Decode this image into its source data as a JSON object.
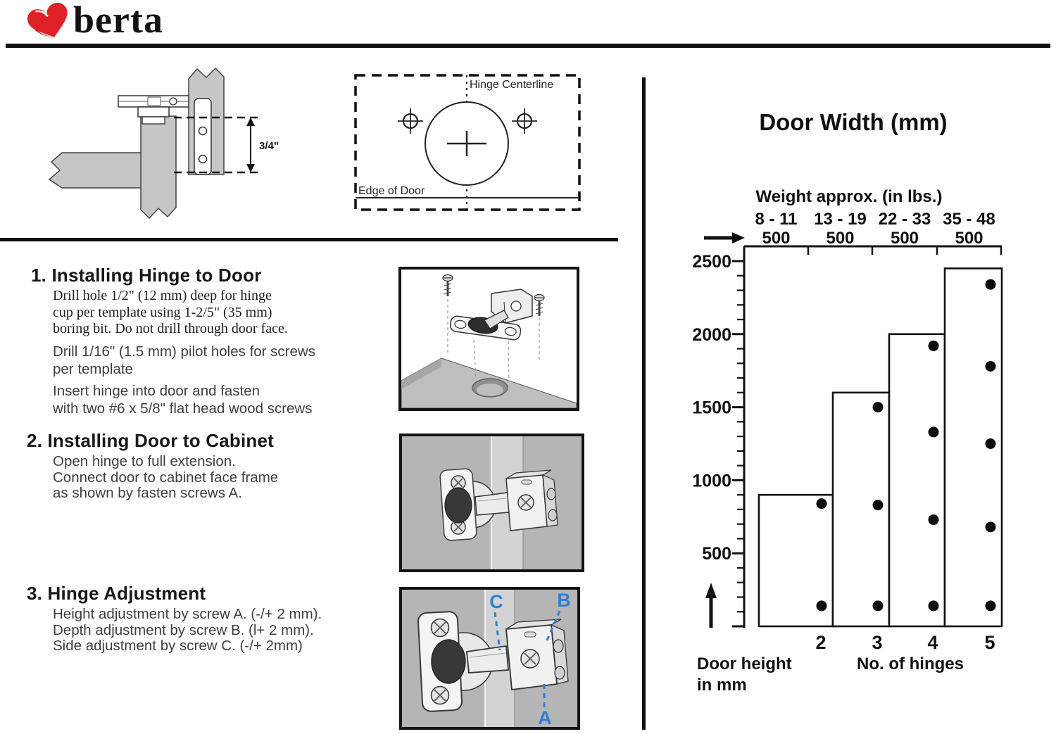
{
  "logo": {
    "text": "berta",
    "icon": "berta-heart-icon",
    "accent_color": "#e02127",
    "accent_dark": "#b01d23"
  },
  "diagrams": {
    "side_view": {
      "dimension_label": "3/4\""
    },
    "template": {
      "centerline_label": "Hinge Centerline",
      "edge_label": "Edge of Door"
    }
  },
  "sections": [
    {
      "heading": "1. Installing Hinge to Door",
      "paragraphs": [
        {
          "style": "serif",
          "lines": [
            "Drill hole 1/2\" (12 mm) deep for hinge",
            "cup per template using 1-2/5\" (35 mm)",
            "boring bit. Do not drill through door face."
          ]
        },
        {
          "style": "sans",
          "lines": [
            "Drill 1/16\" (1.5 mm) pilot holes for screws",
            "per template"
          ]
        },
        {
          "style": "sans",
          "lines": [
            "Insert hinge into door and fasten",
            "with two #6 x 5/8\" flat head wood screws"
          ]
        }
      ]
    },
    {
      "heading": "2. Installing Door to Cabinet",
      "paragraphs": [
        {
          "style": "sans",
          "lines": [
            "Open hinge to full extension.",
            "Connect door to cabinet face frame",
            "as shown by fasten screws A."
          ]
        }
      ]
    },
    {
      "heading": "3. Hinge Adjustment",
      "paragraphs": [
        {
          "style": "sans",
          "lines": [
            "Height adjustment by screw A. (-/+ 2 mm).",
            "Depth adjustment by screw B. (l+ 2 mm).",
            "Side adjustment by screw C. (-/+ 2mm)"
          ]
        }
      ]
    }
  ],
  "illustrations": {
    "labels": {
      "c": "C",
      "b": "B",
      "a": "A"
    }
  },
  "chart_data": {
    "type": "bar",
    "title": "Door Width (mm)",
    "top_axis": {
      "label": "Weight approx. (in lbs.)",
      "segment_width_mm": 500,
      "segments": [
        {
          "weight_range": "8 - 11",
          "width_label": "500"
        },
        {
          "weight_range": "13 - 19",
          "width_label": "500"
        },
        {
          "weight_range": "22 - 33",
          "width_label": "500"
        },
        {
          "weight_range": "35 - 48",
          "width_label": "500"
        }
      ]
    },
    "y_axis": {
      "label": "Door height in mm",
      "label_lines": [
        "Door height",
        "in mm"
      ],
      "min": 0,
      "max": 2500,
      "tick_step": 500,
      "minor_tick_step": 100,
      "tick_labels": [
        "500",
        "1000",
        "1500",
        "2000",
        "2500"
      ]
    },
    "x_axis": {
      "label": "No. of hinges",
      "tick_labels": [
        "2",
        "3",
        "4",
        "5"
      ]
    },
    "bars": [
      {
        "hinges": 2,
        "max_door_height_mm": 900,
        "dot_heights_mm": [
          140,
          840
        ]
      },
      {
        "hinges": 3,
        "max_door_height_mm": 1600,
        "dot_heights_mm": [
          140,
          830,
          1500
        ]
      },
      {
        "hinges": 4,
        "max_door_height_mm": 2000,
        "dot_heights_mm": [
          140,
          730,
          1330,
          1920
        ]
      },
      {
        "hinges": 5,
        "max_door_height_mm": 2450,
        "dot_heights_mm": [
          140,
          680,
          1250,
          1780,
          2340
        ]
      }
    ]
  }
}
